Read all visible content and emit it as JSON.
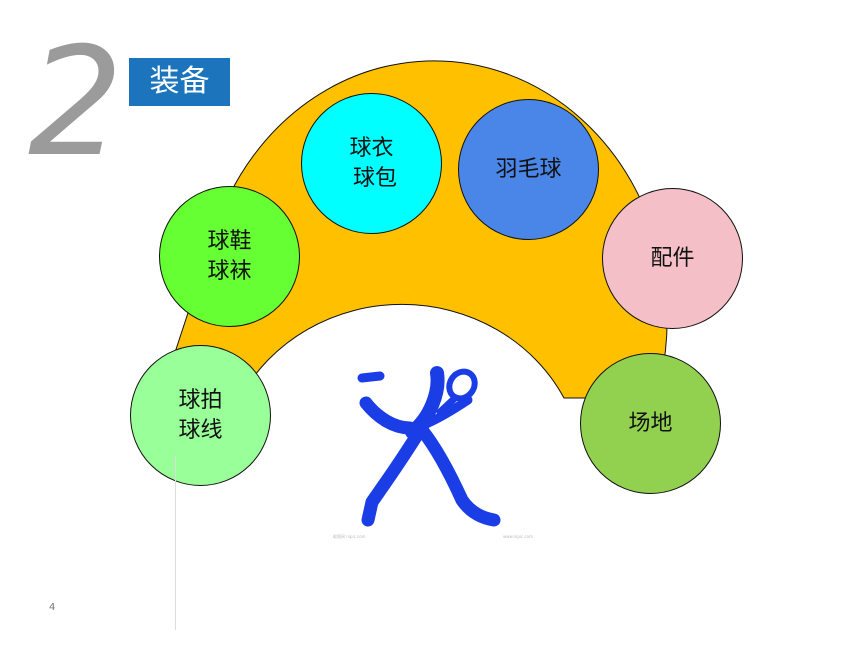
{
  "slide": {
    "section_number": "2",
    "title": "装备",
    "page_number": "4"
  },
  "nodes": [
    {
      "id": "racket",
      "label": "球拍\n球线",
      "color": "#99ff99"
    },
    {
      "id": "shoes",
      "label": "球鞋\n球袜",
      "color": "#66ff33"
    },
    {
      "id": "clothes",
      "label": "球衣\n 球包",
      "color": "#00ffff"
    },
    {
      "id": "shuttle",
      "label": "羽毛球",
      "color": "#4a86e8"
    },
    {
      "id": "accessory",
      "label": "配件",
      "color": "#f4bfc6"
    },
    {
      "id": "court",
      "label": "场地",
      "color": "#92d050"
    }
  ],
  "colors": {
    "arch": "#ffc000",
    "player_icon": "#1a3de6",
    "title_bg": "#1c75bc",
    "number": "#9b9b9b"
  },
  "icons": [
    "badminton-player-icon"
  ]
}
